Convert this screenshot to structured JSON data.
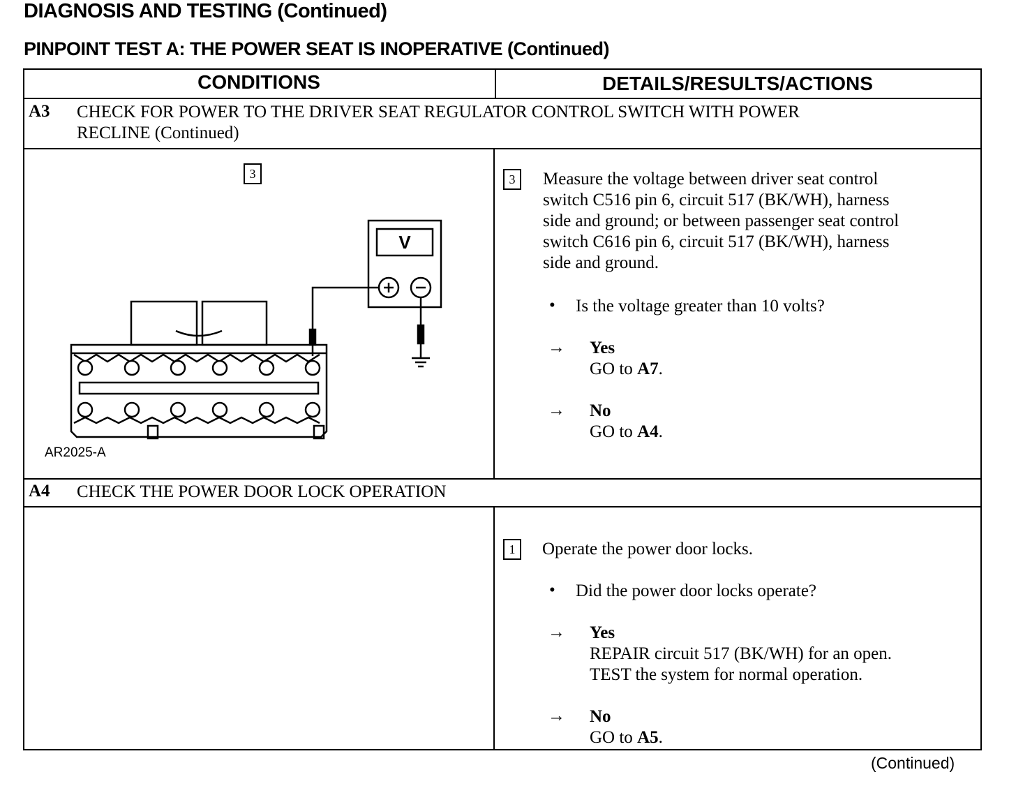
{
  "header": {
    "title": "DIAGNOSIS AND TESTING (Continued)",
    "subtitle": "PINPOINT TEST A:  THE POWER SEAT IS INOPERATIVE (Continued)"
  },
  "table": {
    "col_conditions": "CONDITIONS",
    "col_details": "DETAILS/RESULTS/ACTIONS"
  },
  "step_a3": {
    "id": "A3",
    "title_line1": "CHECK FOR POWER TO THE DRIVER SEAT REGULATOR CONTROL SWITCH WITH POWER",
    "title_line2": "RECLINE",
    "title_cont": " (Continued)",
    "figure_num": "3",
    "figure_code": "AR2025-A",
    "meter_label": "V",
    "action_num": "3",
    "action_line1": "Measure the voltage between driver seat control",
    "action_line2": "switch C516 pin 6, circuit 517 (BK/WH), harness",
    "action_line3": "side and ground; or between passenger seat control",
    "action_line4": "switch C616 pin 6, circuit 517 (BK/WH), harness",
    "action_line5": "side and ground.",
    "question": "Is the voltage greater than 10 volts?",
    "yes_label": "Yes",
    "yes_prefix": "GO to ",
    "yes_ref": "A7",
    "yes_suffix": ".",
    "no_label": "No",
    "no_prefix": "GO to ",
    "no_ref": "A4",
    "no_suffix": "."
  },
  "step_a4": {
    "id": "A4",
    "title": "CHECK THE POWER DOOR LOCK OPERATION",
    "action_num": "1",
    "action": "Operate the power door locks.",
    "question": "Did the power door locks operate?",
    "yes_label": "Yes",
    "yes_line1": "REPAIR circuit 517 (BK/WH) for an open.",
    "yes_line2": "TEST the system for normal operation.",
    "no_label": "No",
    "no_prefix": "GO to ",
    "no_ref": "A5",
    "no_suffix": "."
  },
  "symbols": {
    "bullet": "•",
    "arrow": "→"
  },
  "footer": {
    "continued": "(Continued)"
  }
}
